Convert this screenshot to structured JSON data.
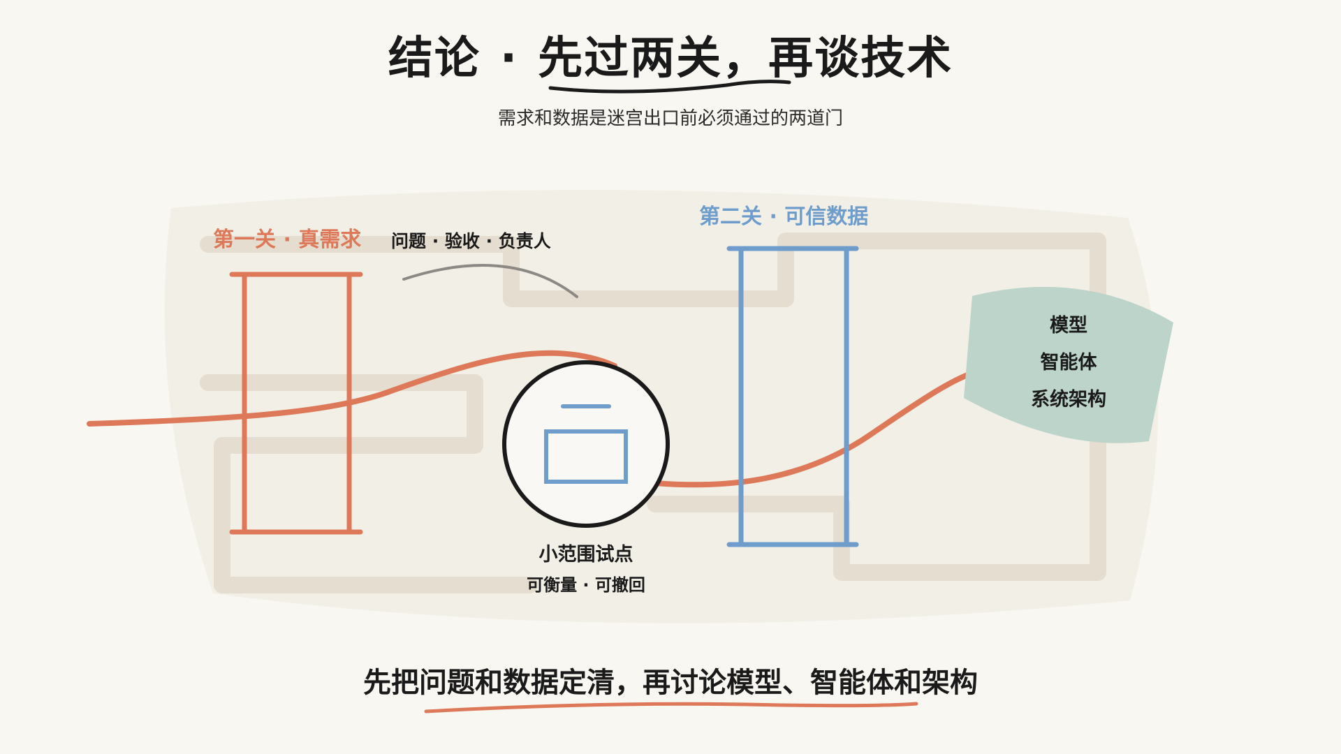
{
  "title": {
    "prefix": "结论",
    "separator": "·",
    "main": "先过两关，再谈技术"
  },
  "subtitle": "需求和数据是迷宫出口前必须通过的两道门",
  "gate1": {
    "label": "第一关 · 真需求",
    "items": "问题 · 验收 · 负责人",
    "color": "#dd7858"
  },
  "gate2": {
    "label": "第二关 · 可信数据",
    "color": "#6e9dcc"
  },
  "pilot": {
    "label": "小范围试点",
    "sub": "可衡量 · 可撤回"
  },
  "exit": {
    "lines": [
      "模型",
      "智能体",
      "系统架构"
    ],
    "color": "#bcd4ca"
  },
  "conclusion": "先把问题和数据定清，再讨论模型、智能体和架构",
  "colors": {
    "background": "#f9f7f2",
    "maze_wall": "#e5ddd0",
    "accent_orange": "#dd7858",
    "accent_blue": "#6e9dcc"
  }
}
